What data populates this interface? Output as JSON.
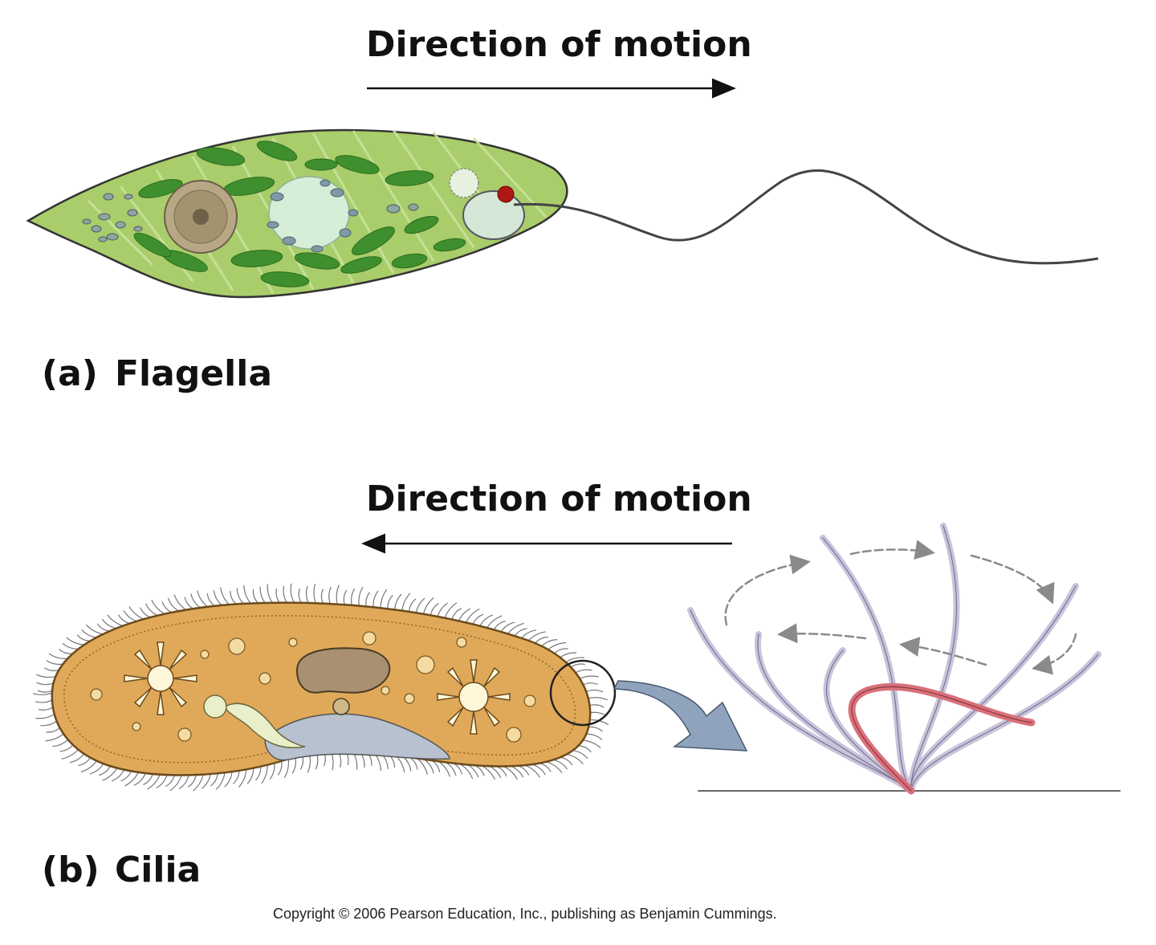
{
  "panel_a": {
    "direction_label": "Direction of motion",
    "letter": "(a)",
    "name": "Flagella"
  },
  "panel_b": {
    "direction_label": "Direction of motion",
    "letter": "(b)",
    "name": "Cilia"
  },
  "copyright": "Copyright © 2006 Pearson Education, Inc., publishing as Benjamin Cummings.",
  "colors": {
    "euglena_body": "#a9cd6a",
    "chloroplast": "#3f8f2e",
    "eyespot": "#b01818",
    "paramecium_body": "#e0a95a",
    "cilium": "#c9c3dc",
    "highlight_cilium": "#d9707a",
    "callout_arrow": "#8fa3bc"
  }
}
